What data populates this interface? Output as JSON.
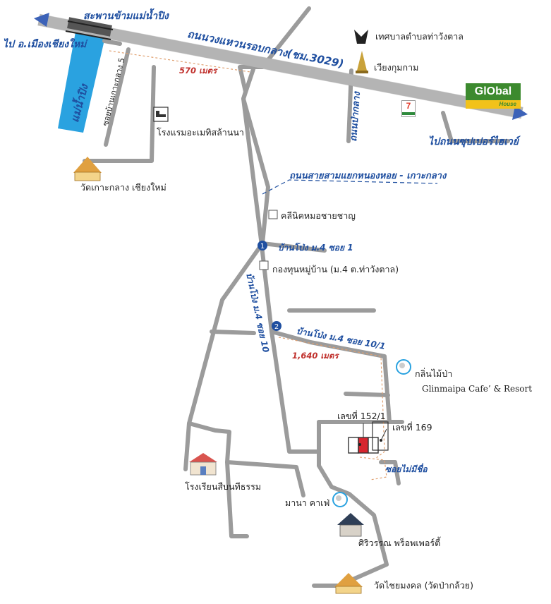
{
  "labels": {
    "bridge": "สะพานข้ามแม่น้ำปิง",
    "to_city": "ไป อ.เมืองเชียงใหม่",
    "ring_road": "ถนนวงแหวนรอบกลาง(ชม.3029)",
    "ping_river": "แม่น้ำปิง",
    "soi_kokoklang5": "ซอยบ้านเกาะกลาง 5",
    "dist_570": "570 เมตร",
    "municipality": "เทศบาลตำบลท่าวังตาล",
    "wiang_kum_kam": "เวียงกุมกาม",
    "pakklang_road": "ถนนป่ากลาง",
    "to_superhighway": "ไปถนนซุปเปอร์ไฮเวย์",
    "hotel": "โรงแรมอะเมทิสล้านนา",
    "wat_kokoklang": "วัดเกาะกลาง เชียงใหม่",
    "nonghoi_road": "ถนนสายสามแยกหนองหอย - เกาะกลาง",
    "clinic": "คลีนิคหมอชายชาญ",
    "soi1": "บ้านโป่ง ม.4 ซอย 1",
    "fund": "กองทุนหมู่บ้าน (ม.4 ต.ท่าวังตาล)",
    "soi10": "บ้านโป่ง ม.4 ซอย 10",
    "soi10_1": "บ้านโป่ง ม.4 ซอย 10/1",
    "dist_1640": "1,640 เมตร",
    "cafe_th": "กลิ่นไม้ป่า",
    "cafe_en": "Glinmaipa Cafe’ & Resort",
    "house152": "เลขที่ 152/1",
    "house169": "เลขที่ 169",
    "soi_noname": "ซอยไม่มีชื่อ",
    "school": "โรงเรียนสืบนทีธรรม",
    "mana_cafe": "มานา คาเฟ่",
    "siriwan": "ศิริวรรณ พร็อพเพอร์ตี้",
    "wat_chaimongkol": "วัดไชยมงคล (วัดป่ากล้วย)",
    "marker1": "1",
    "marker2": "2",
    "global_top": "GlObal",
    "global_bottom": "House",
    "seven_eleven": "7"
  },
  "colors": {
    "road": "#9b9b9b",
    "ring_road": "#c8c8c8",
    "river": "#2aa2e0",
    "blue_text": "#1f4fa0",
    "red_text": "#c0302c",
    "marker": "#1f4fa0",
    "house_red": "#d7262f"
  },
  "icons": [
    "hotel-icon",
    "temple-icon",
    "garuda-icon",
    "pagoda-icon",
    "school-icon",
    "house-icon",
    "cafe-icon",
    "seven-eleven-logo",
    "global-house-logo",
    "arrow-left-icon",
    "arrow-right-icon"
  ]
}
